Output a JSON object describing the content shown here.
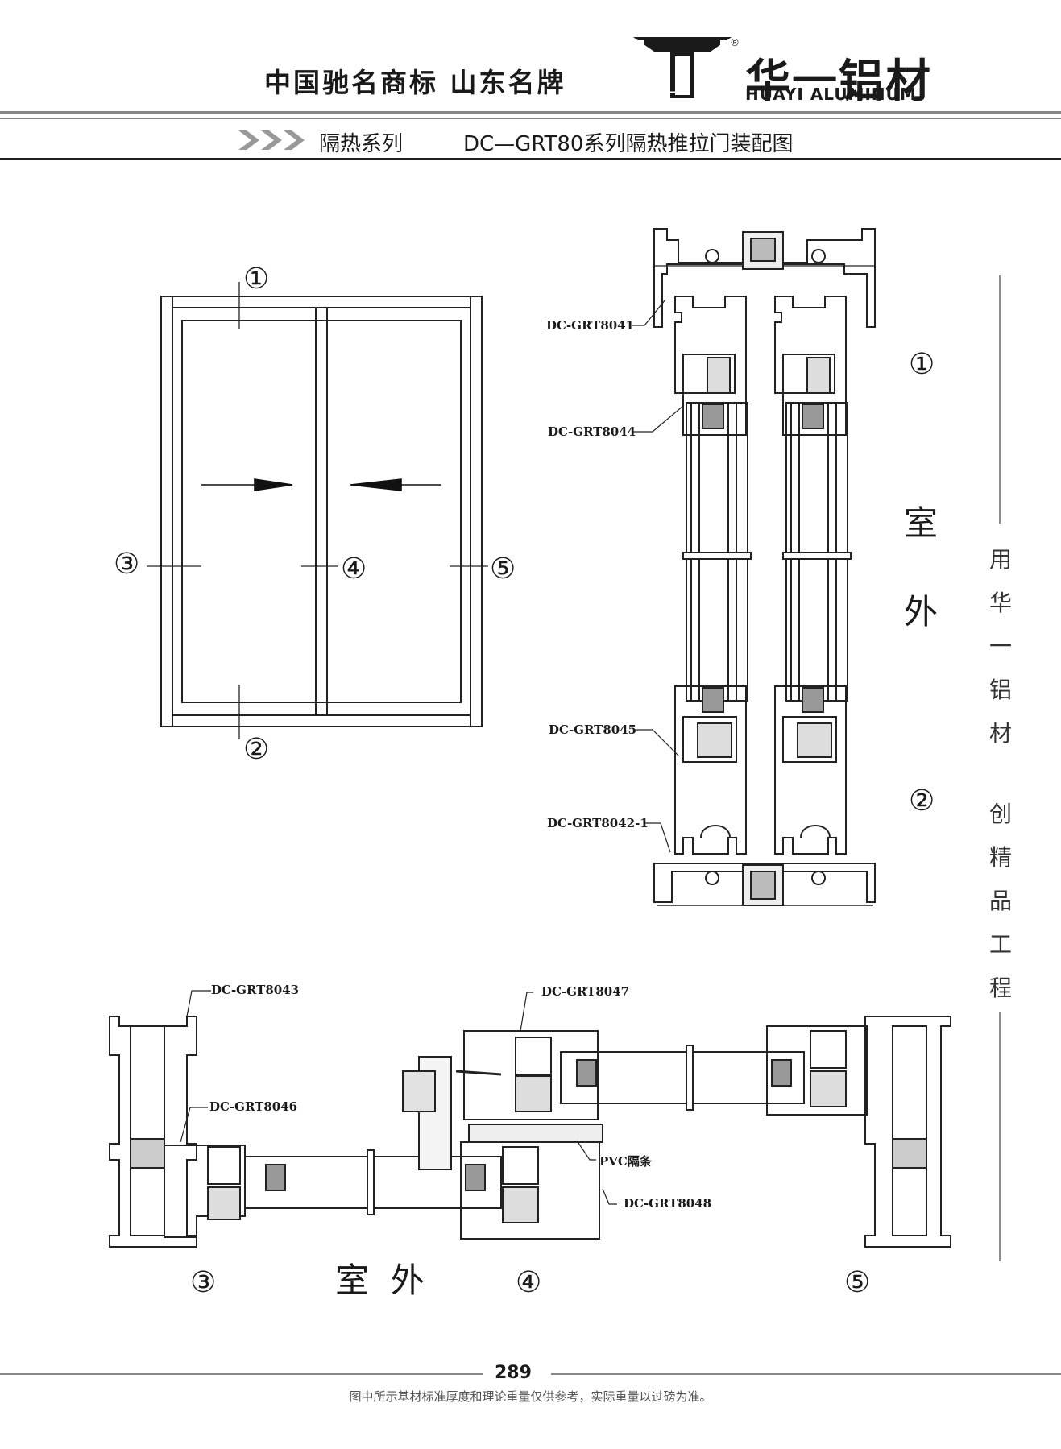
{
  "header": {
    "slogan": "中国驰名商标  山东名牌",
    "logo_mark_text": "华一",
    "brand_cn": "华一铝材",
    "brand_en": "HUAYI ALUMINUM",
    "registered_mark": "®",
    "series": "隔热系列",
    "title": "DC—GRT80系列隔热推拉门装配图"
  },
  "elevation": {
    "markers": [
      "①",
      "②",
      "③",
      "④",
      "⑤"
    ]
  },
  "vertical_section": {
    "parts": [
      "DC-GRT8041",
      "DC-GRT8044",
      "DC-GRT8045",
      "DC-GRT8042-1"
    ],
    "room_chars": [
      "室",
      "外"
    ],
    "markers": [
      "①",
      "②"
    ]
  },
  "horizontal_section": {
    "parts": [
      "DC-GRT8043",
      "DC-GRT8046",
      "DC-GRT8047",
      "PVC隔条",
      "DC-GRT8048"
    ],
    "room_label": "室  外",
    "markers": [
      "③",
      "④",
      "⑤"
    ]
  },
  "side_label": {
    "line1": [
      "用",
      "华",
      "一",
      "铝",
      "材"
    ],
    "line2": [
      "创",
      "精",
      "品",
      "工",
      "程"
    ]
  },
  "footer": {
    "page_number": "289",
    "note": "图中所示基材标准厚度和理论重量仅供参考，实际重量以过磅为准。"
  }
}
